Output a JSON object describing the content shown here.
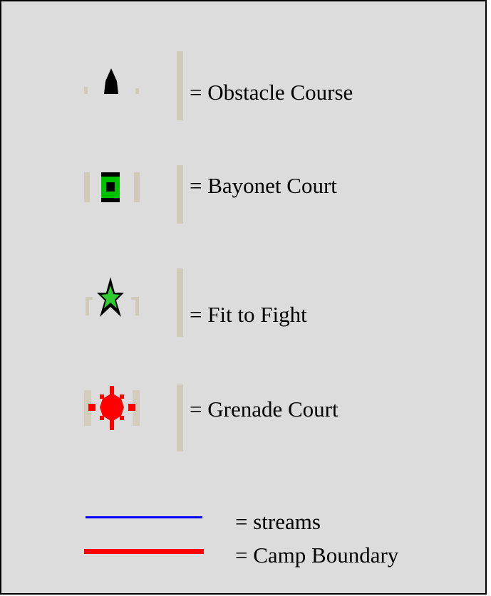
{
  "legend": {
    "items": [
      {
        "label": "= Obstacle Course",
        "icon": "obstacle-course-icon",
        "color": "#000000"
      },
      {
        "label": "= Bayonet Court",
        "icon": "bayonet-court-icon",
        "color": "#00c000"
      },
      {
        "label": "= Fit to Fight",
        "icon": "fit-to-fight-icon",
        "color": "#2ecc2e"
      },
      {
        "label": "= Grenade Court",
        "icon": "grenade-court-icon",
        "color": "#ff0000"
      }
    ],
    "lines": [
      {
        "label": "= streams",
        "icon": "stream-line-icon",
        "color": "#0000ff"
      },
      {
        "label": "= Camp Boundary",
        "icon": "camp-boundary-line-icon",
        "color": "#ff0000"
      }
    ]
  }
}
